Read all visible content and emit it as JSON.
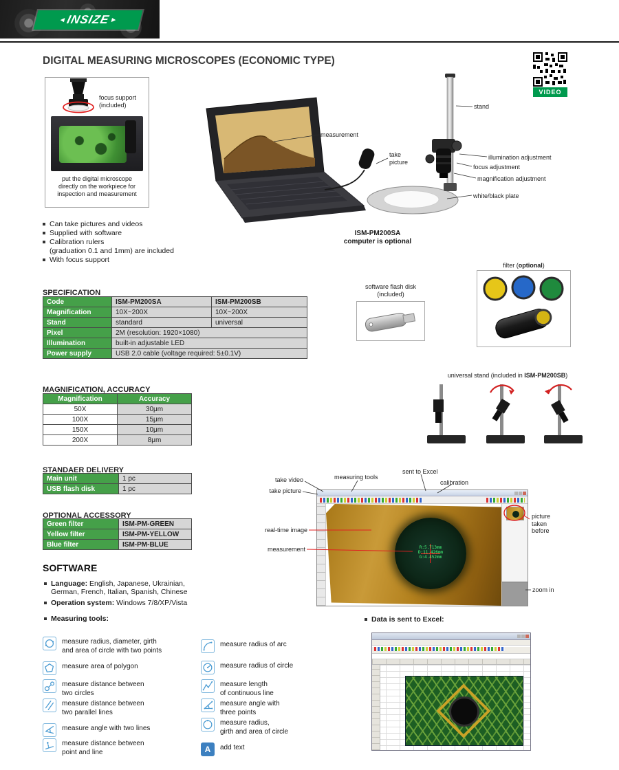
{
  "brand": {
    "logo_arrow_left": "◄",
    "logo_text": "INSIZE",
    "logo_arrow_right": "►"
  },
  "page": {
    "title": "DIGITAL MEASURING MICROSCOPES (ECONOMIC TYPE)",
    "video_badge": "VIDEO"
  },
  "intro_box": {
    "focus_note": "focus support\n(included)",
    "caption": "put the digital microscope\ndirectly on the workpiece for\ninspection and measurement"
  },
  "hero": {
    "callout_measurement": "measurement",
    "callout_take_picture": "take\npicture",
    "callout_stand": "stand",
    "callout_illumination": "illumination adjustment",
    "callout_focus": "focus adjustment",
    "callout_magnification": "magnification adjustment",
    "callout_plate": "white/black plate",
    "model": "ISM-PM200SA",
    "model_note": "computer is optional"
  },
  "features": [
    {
      "text": "Can take pictures and videos"
    },
    {
      "text": "Supplied with software"
    },
    {
      "text": "Calibration rulers"
    },
    {
      "text": "(graduation 0.1 and 1mm) are included"
    },
    {
      "text": "With focus support"
    }
  ],
  "specification": {
    "heading": "SPECIFICATION",
    "rows": [
      {
        "label": "Code",
        "a": "ISM-PM200SA",
        "b": "ISM-PM200SB"
      },
      {
        "label": "Magnification",
        "a": "10X~200X",
        "b": "10X~200X"
      },
      {
        "label": "Stand",
        "a": "standard",
        "b": "universal"
      },
      {
        "label": "Pixel",
        "span": "2M (resolution: 1920×1080)"
      },
      {
        "label": "Illumination",
        "span": "built-in adjustable LED"
      },
      {
        "label": "Power supply",
        "span": "USB 2.0 cable (voltage required: 5±0.1V)"
      }
    ]
  },
  "flash_disk": {
    "label": "software flash disk\n(included)"
  },
  "filter": {
    "label_prefix": "filter (",
    "label_bold": "optional",
    "label_suffix": ")"
  },
  "universal_stand": {
    "label_prefix": "universal stand (included in ",
    "label_bold": "ISM-PM200SB",
    "label_suffix": ")"
  },
  "magnification_accuracy": {
    "heading": "MAGNIFICATION, ACCURACY",
    "col_magnification": "Magnification",
    "col_accuracy": "Accuracy",
    "rows": [
      {
        "magnification": "50X",
        "accuracy": "30μm"
      },
      {
        "magnification": "100X",
        "accuracy": "15μm"
      },
      {
        "magnification": "150X",
        "accuracy": "10μm"
      },
      {
        "magnification": "200X",
        "accuracy": "8μm"
      }
    ]
  },
  "standard_delivery": {
    "heading": "STANDAER DELIVERY",
    "rows": [
      {
        "label": "Main unit",
        "value": "1 pc"
      },
      {
        "label": "USB flash disk",
        "value": "1 pc"
      }
    ]
  },
  "optional_accessory": {
    "heading": "OPTIONAL ACCESSORY",
    "rows": [
      {
        "label": "Green filter",
        "value": "ISM-PM-GREEN"
      },
      {
        "label": "Yellow filter",
        "value": "ISM-PM-YELLOW"
      },
      {
        "label": "Blue filter",
        "value": "ISM-PM-BLUE"
      }
    ]
  },
  "software": {
    "heading": "SOFTWARE",
    "language_label": "Language:",
    "language_value": " English, Japanese, Ukrainian,\nGerman, French, Italian, Spanish, Chinese",
    "os_label": "Operation system:",
    "os_value": " Windows 7/8/XP/Vista",
    "tools_label": "Measuring tools:"
  },
  "screenshot": {
    "callout_take_video": "take video",
    "callout_take_picture": "take picture",
    "callout_measuring_tools": "measuring tools",
    "callout_sent_to_excel": "sent to Excel",
    "callout_calibration": "calibration",
    "callout_real_time_image": "real-time image",
    "callout_measurement": "measurement",
    "callout_picture_taken_before": "picture\ntaken\nbefore",
    "callout_zoom_in": "zoom in",
    "readout": "R:5.713mm\nD:11.426mm\nG:4.452mm"
  },
  "excel_note": {
    "label": "Data is sent to Excel:"
  },
  "measuring_tools": {
    "left": [
      {
        "icon": "circle-two-points-icon",
        "label": "measure radius, diameter, girth\nand area of circle with two points"
      },
      {
        "icon": "polygon-icon",
        "label": "measure area of polygon"
      },
      {
        "icon": "two-circles-icon",
        "label": "measure distance between\ntwo circles"
      },
      {
        "icon": "parallel-lines-icon",
        "label": "measure distance between\ntwo parallel lines"
      },
      {
        "icon": "angle-two-lines-icon",
        "label": "measure angle with two lines"
      },
      {
        "icon": "point-line-icon",
        "label": "measure distance between\npoint and line"
      }
    ],
    "right": [
      {
        "icon": "arc-icon",
        "label": "measure radius of arc"
      },
      {
        "icon": "circle-radius-icon",
        "label": "measure radius of circle"
      },
      {
        "icon": "continuous-line-icon",
        "label": "measure length\nof continuous line"
      },
      {
        "icon": "angle-three-points-icon",
        "label": "measure angle with\nthree points"
      },
      {
        "icon": "circle-girth-icon",
        "label": "measure radius,\ngirth and area of circle"
      },
      {
        "icon": "add-text-icon",
        "label": "add text",
        "glyph": "A"
      }
    ]
  },
  "colors": {
    "brand_green": "#009a4e",
    "table_green": "#45a049",
    "table_gray": "#d6d6d6",
    "tool_blue": "#4b9cd3",
    "callout_red": "#e02020"
  }
}
